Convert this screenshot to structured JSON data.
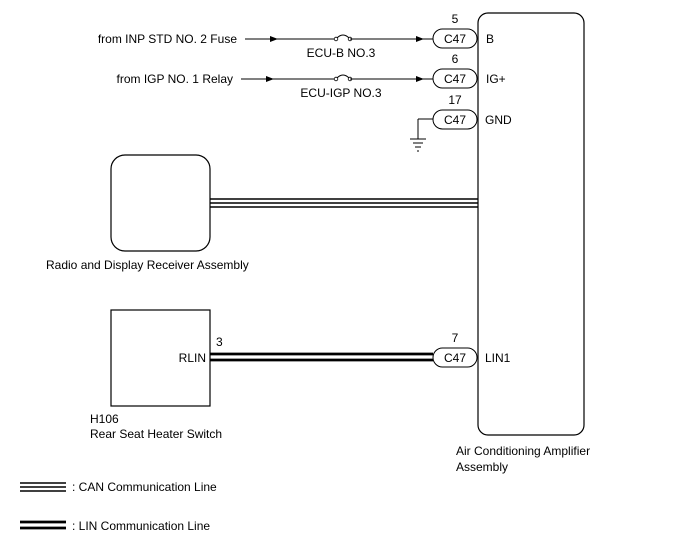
{
  "sources": {
    "fuse_source": "from INP STD NO. 2 Fuse",
    "relay_source": "from IGP NO. 1 Relay"
  },
  "fuses": {
    "ecu_b": "ECU-B NO.3",
    "ecu_igp": "ECU-IGP NO.3"
  },
  "connectors": {
    "b": {
      "pin": "5",
      "connector": "C47",
      "terminal": "B"
    },
    "ig": {
      "pin": "6",
      "connector": "C47",
      "terminal": "IG+"
    },
    "gnd": {
      "pin": "17",
      "connector": "C47",
      "terminal": "GND"
    },
    "lin1": {
      "pin": "7",
      "connector": "C47",
      "terminal": "LIN1"
    }
  },
  "components": {
    "radio": {
      "label": "Radio and Display Receiver Assembly"
    },
    "heater_switch": {
      "code": "H106",
      "label": "Rear Seat Heater Switch",
      "pin": "3",
      "terminal": "RLIN"
    },
    "amplifier": {
      "label_line1": "Air Conditioning Amplifier",
      "label_line2": "Assembly"
    }
  },
  "legend": {
    "can": ": CAN Communication Line",
    "lin": ": LIN Communication Line"
  }
}
